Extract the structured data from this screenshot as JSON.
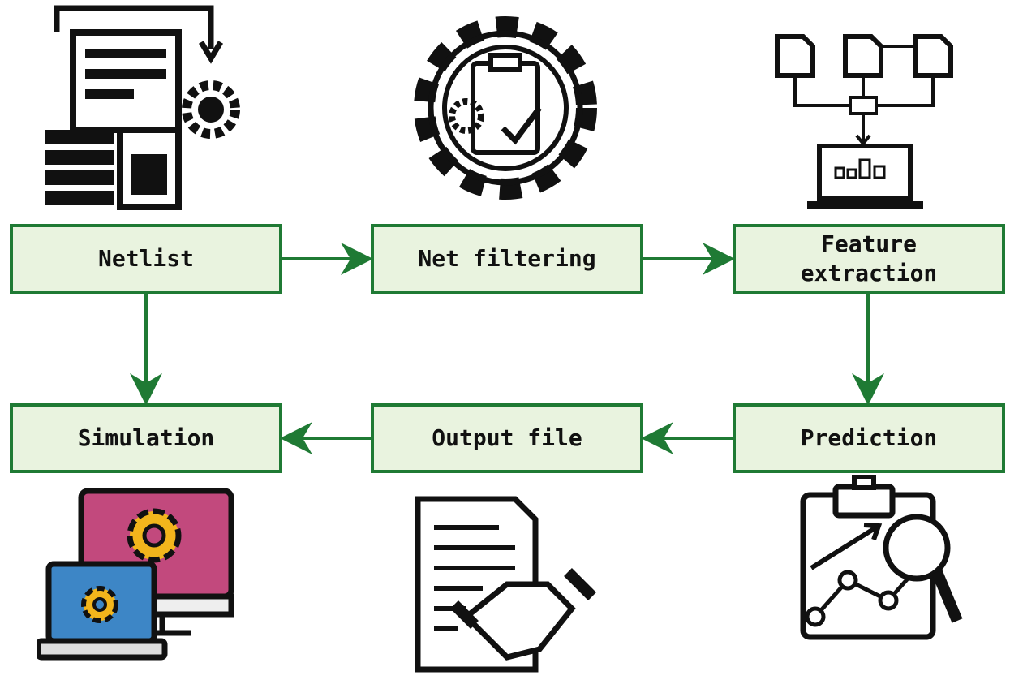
{
  "steps": {
    "netlist": "Netlist",
    "net_filtering": "Net filtering",
    "feature_extraction_1": "Feature",
    "feature_extraction_2": "extraction",
    "prediction": "Prediction",
    "output_file": "Output file",
    "simulation": "Simulation"
  },
  "colors": {
    "box_fill": "#e9f3df",
    "box_border": "#1f7a34",
    "arrow": "#1f7a34"
  }
}
